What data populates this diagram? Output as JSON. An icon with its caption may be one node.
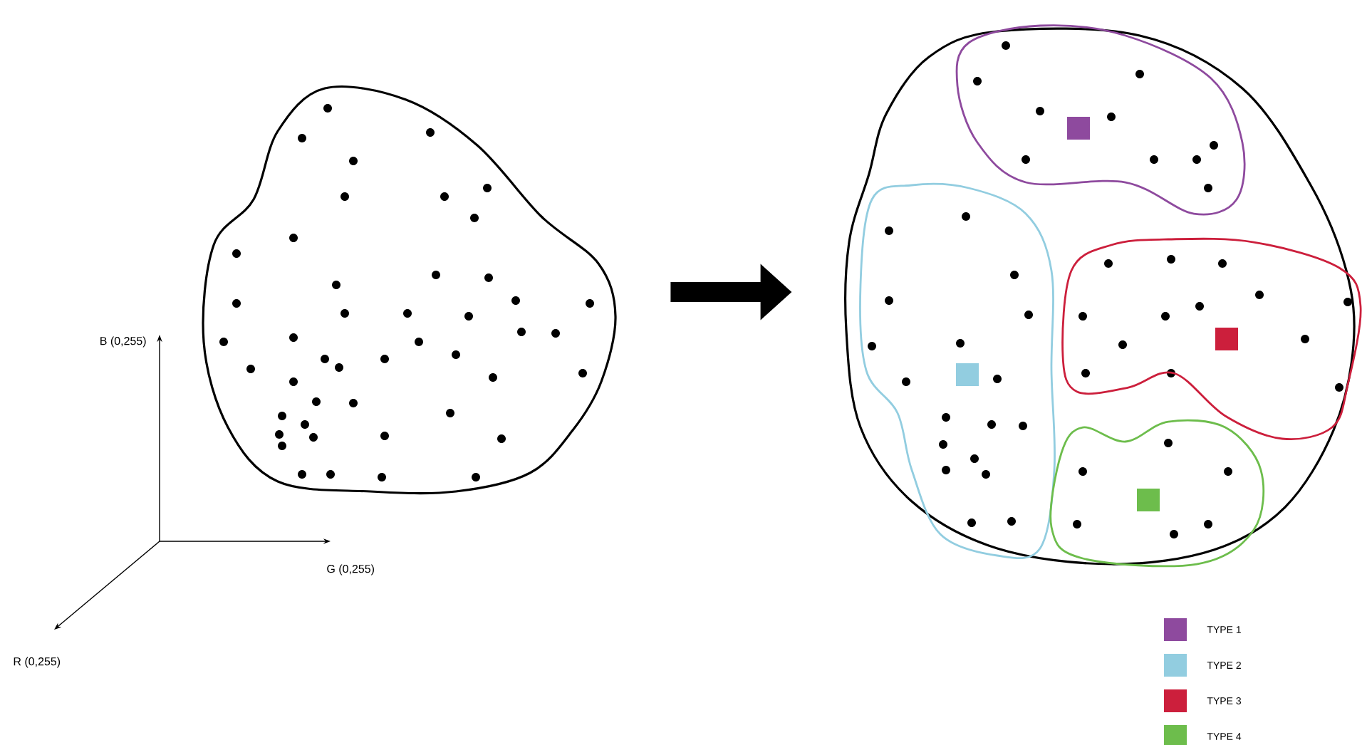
{
  "diagram": {
    "nodes": [
      {
        "text": [],
        "shape": "blob"
      },
      {
        "text": [],
        "shape": "blob"
      }
    ],
    "edges": [
      {
        "from": 0,
        "to": 1,
        "arrow": "to"
      }
    ],
    "labels": [
      "B (0,255)",
      "G (0,255)",
      "R (0,255)"
    ],
    "legend": [
      {
        "text": "TYPE 1",
        "color": "#8e4a9e"
      },
      {
        "text": "TYPE 2",
        "color": "#92cde0"
      },
      {
        "text": "TYPE 3",
        "color": "#cc1f3c"
      },
      {
        "text": "TYPE 4",
        "color": "#6dbd4c"
      }
    ]
  }
}
